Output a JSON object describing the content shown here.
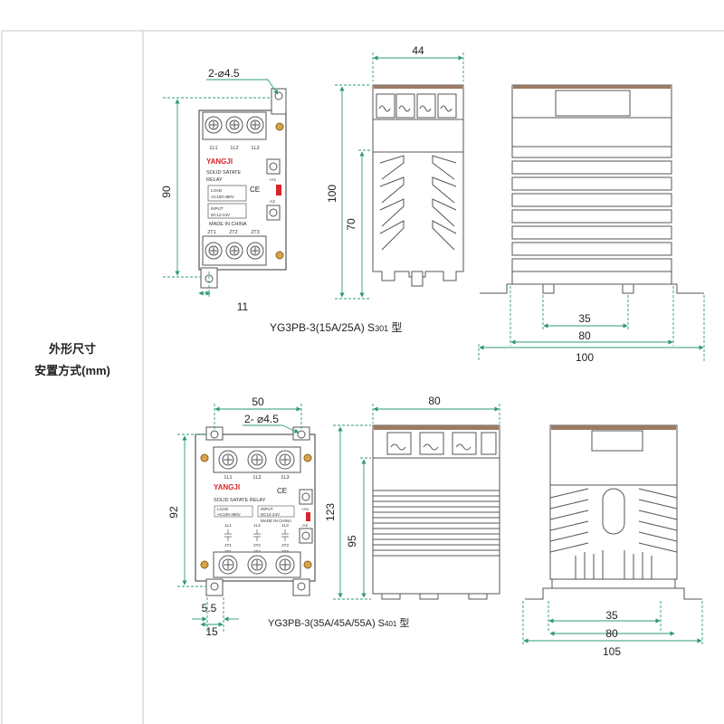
{
  "side_label": {
    "line1": "外形尺寸",
    "line2": "安置方式(mm)"
  },
  "colors": {
    "dimension": "#2e9a74",
    "outline": "#555555",
    "brand": "#d9242b",
    "cover": "#9b7b63",
    "screw": "#d8a24a",
    "table_line": "#c8c8c8"
  },
  "model1": {
    "caption": {
      "prefix": "YG3PB-3(15A/25A) S",
      "sub": "301",
      "suffix": " 型"
    },
    "front": {
      "brand": "YANGJI",
      "title1": "SOLID SATATE",
      "title2": "RELAY",
      "load1": "LOAD",
      "load2": "AC100-380V",
      "input1": "INPUT",
      "input2": "DC12-24V",
      "made": "MADE IN CHINA",
      "top_terms": [
        "1L1",
        "1L2",
        "1L3"
      ],
      "bottom_terms": [
        "2T1",
        "2T2",
        "2T3"
      ],
      "ctrl_plus": "+A1",
      "ctrl_minus": "-A2",
      "ce": "CE"
    },
    "dims": {
      "hole": "2-⌀4.5",
      "height": "90",
      "foot": "11",
      "top": "44",
      "total_h": "100",
      "sink_h": "70",
      "rail": "35",
      "body": "80",
      "total_w": "100"
    }
  },
  "model2": {
    "caption": {
      "prefix": "YG3PB-3(35A/45A/55A) S",
      "sub": "401",
      "suffix": " 型"
    },
    "front": {
      "brand": "YANGJI",
      "title": "SOLID SATATE RELAY",
      "load1": "LOAD",
      "load2": "AC100-380V",
      "input1": "INPUT",
      "input2": "DC12-24V",
      "made": "MADE IN CHINA",
      "top_terms": [
        "1L1",
        "1L2",
        "1L3"
      ],
      "bottom_terms": [
        "2T1",
        "2T2",
        "2T3"
      ],
      "ch_top": [
        "1L1",
        "1L2",
        "1L3"
      ],
      "ch_bot": [
        "2T1",
        "2T2",
        "2T3"
      ],
      "ctrl_plus": "+A1",
      "ctrl_minus": "-A2",
      "ce": "CE"
    },
    "dims": {
      "width": "50",
      "hole": "2- ⌀4.5",
      "height": "92",
      "foot": "5.5",
      "base": "15",
      "top": "80",
      "total_h": "123",
      "sink_h": "95",
      "rail": "35",
      "body": "80",
      "total_w": "105"
    }
  }
}
